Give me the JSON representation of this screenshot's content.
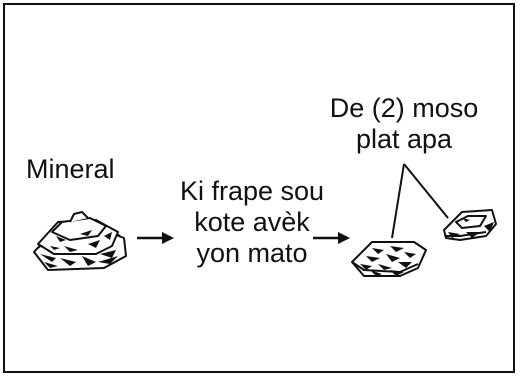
{
  "labels": {
    "mineral": "Mineral",
    "action_line1": "Ki frape sou",
    "action_line2": "kote avèk",
    "action_line3": "yon mato",
    "result_line1": "De (2) moso",
    "result_line2": "plat apa"
  },
  "colors": {
    "ink": "#111111",
    "background": "#ffffff"
  }
}
